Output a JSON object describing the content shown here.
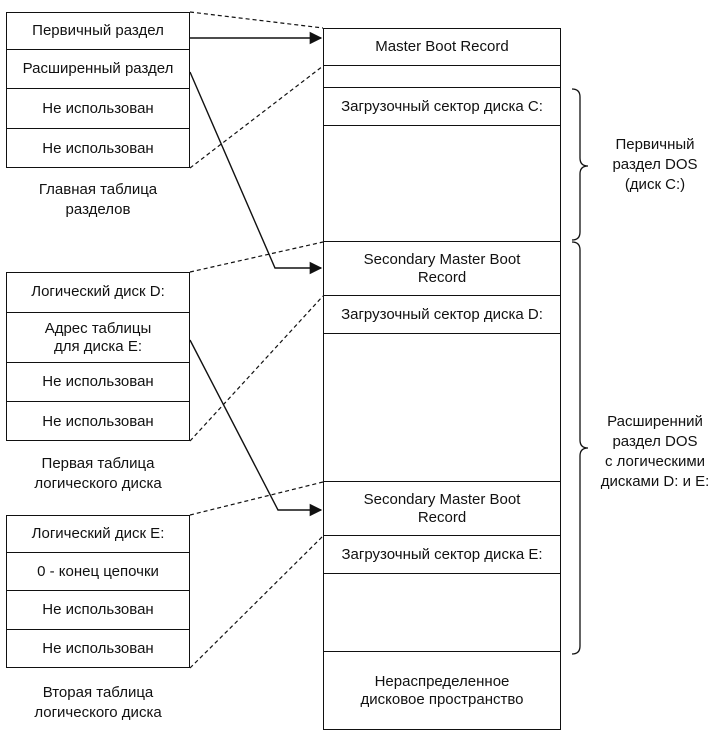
{
  "main_table": {
    "rows": [
      "Первичный раздел",
      "Расширенный раздел",
      "Не использован",
      "Не использован"
    ],
    "caption": "Главная таблица\nразделов"
  },
  "first_logical_table": {
    "rows": [
      "Логический диск D:",
      "Адрес таблицы\nдля диска E:",
      "Не использован",
      "Не использован"
    ],
    "caption": "Первая таблица\nлогического диска"
  },
  "second_logical_table": {
    "rows": [
      "Логический диск E:",
      "0 - конец цепочки",
      "Не использован",
      "Не использован"
    ],
    "caption": "Вторая таблица\nлогического диска"
  },
  "disk": {
    "master_boot_record": "Master Boot Record",
    "boot_sector_c": "Загрузочный сектор диска C:",
    "secondary_mbr_1": "Secondary Master Boot\nRecord",
    "boot_sector_d": "Загрузочный сектор диска D:",
    "secondary_mbr_2": "Secondary Master Boot\nRecord",
    "boot_sector_e": "Загрузочный сектор диска E:",
    "unallocated": "Нераспределенное\nдисковое пространство"
  },
  "braces": {
    "primary": "Первичный\nраздел DOS\n(диск C:)",
    "extended": "Расширенний\nраздел DOS\nс логическими\nдисками D: и E:"
  }
}
